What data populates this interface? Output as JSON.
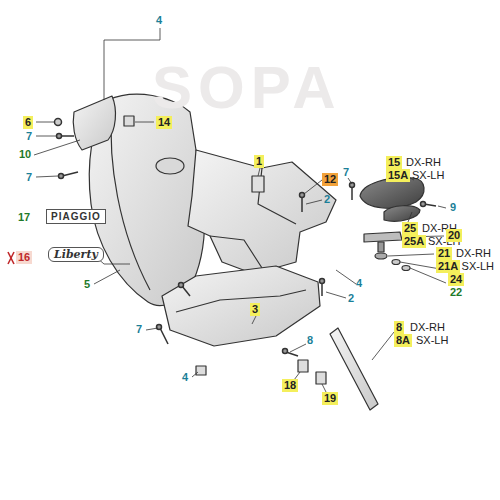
{
  "diagram": {
    "labels": [
      "4",
      "6",
      "7",
      "14",
      "10",
      "7",
      "1",
      "12",
      "2",
      "17",
      "PIAGGIO",
      "16",
      "Liberty",
      "5",
      "3",
      "4",
      "2",
      "7",
      "4",
      "8",
      "18",
      "19",
      "8",
      "DX-RH",
      "8A",
      "SX-LH",
      "15",
      "DX-RH",
      "15A",
      "SX-LH",
      "7",
      "25",
      "DX-RH",
      "25A",
      "SX-LH",
      "9",
      "20",
      "21",
      "DX-RH",
      "21A",
      "SX-LH",
      "24",
      "22",
      "SOPA"
    ]
  }
}
